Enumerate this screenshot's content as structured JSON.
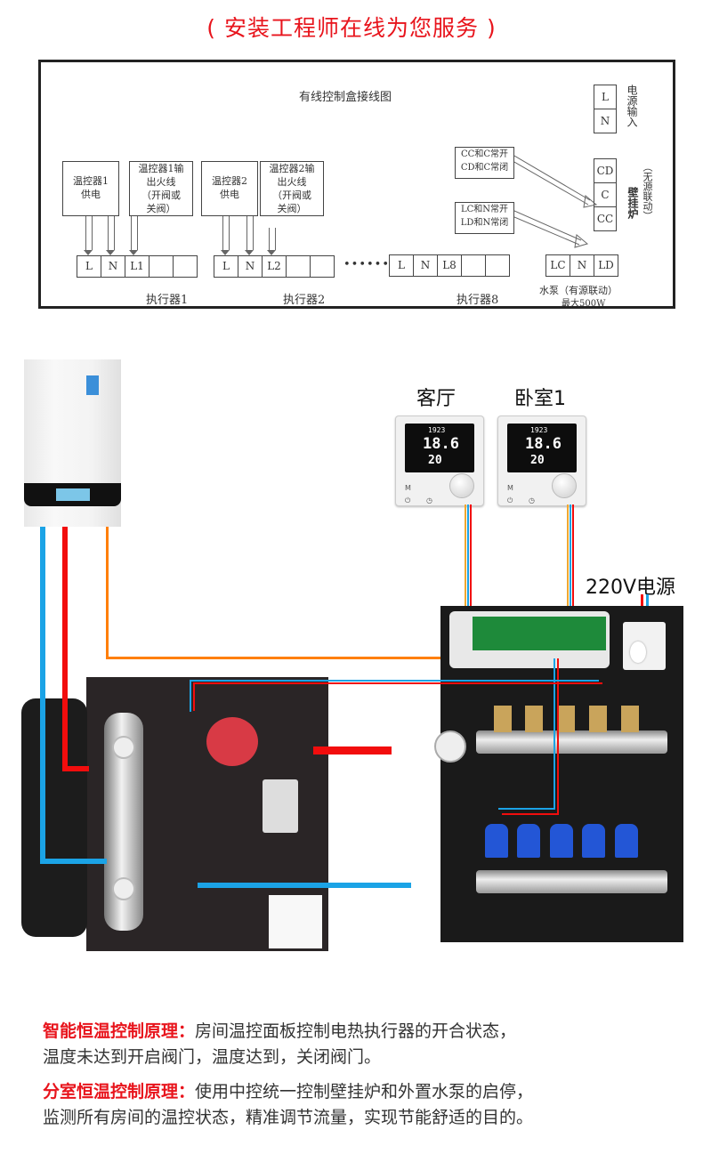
{
  "banner": "( 安装工程师在线为您服务 )",
  "wiring_diagram": {
    "title": "有线控制盒接线图",
    "groups": [
      {
        "power_box": "温控器1\n供电",
        "output_box": "温控器1输\n出火线\n（开阀或\n关阀）",
        "terminals": [
          "L",
          "N",
          "L1",
          "",
          ""
        ],
        "label": "执行器1"
      },
      {
        "power_box": "温控器2\n供电",
        "output_box": "温控器2输\n出火线\n（开阀或\n关阀）",
        "terminals": [
          "L",
          "N",
          "L2",
          "",
          ""
        ],
        "label": "执行器2"
      },
      {
        "terminals": [
          "L",
          "N",
          "L8",
          "",
          ""
        ],
        "label": "执行器8"
      }
    ],
    "ellipsis": "••••••",
    "power_input": {
      "terminals": [
        "L",
        "N"
      ],
      "label": "电源输入"
    },
    "boiler": {
      "note": "CC和C常开\nCD和C常闭",
      "terminals": [
        "CD",
        "C",
        "CC"
      ],
      "label": "壁挂炉",
      "sublabel": "（无源联动）"
    },
    "pump": {
      "note": "LC和N常开\nLD和N常闭",
      "terminals": [
        "LC",
        "N",
        "LD"
      ],
      "label": "水泵（有源联动）",
      "sublabel": "最大500W"
    }
  },
  "installation": {
    "rooms": [
      {
        "name": "客厅",
        "time": "1923",
        "temp": "18.6",
        "set_temp": "20"
      },
      {
        "name": "卧室1",
        "time": "1923",
        "temp": "18.6",
        "set_temp": "20"
      }
    ],
    "power_label": "220V电源",
    "colors": {
      "cold": "#1ba3e6",
      "hot": "#f20d0d",
      "signal": "#ff7f0a",
      "wire_yellow": "#f0a830"
    }
  },
  "descriptions": [
    {
      "title": "智能恒温控制原理：",
      "line1": "房间温控面板控制电热执行器的开合状态，",
      "line2": "温度未达到开启阀门，温度达到，关闭阀门。"
    },
    {
      "title": "分室恒温控制原理：",
      "line1": "使用中控统一控制壁挂炉和外置水泵的启停，",
      "line2": "监测所有房间的温控状态，精准调节流量，实现节能舒适的目的。"
    }
  ]
}
